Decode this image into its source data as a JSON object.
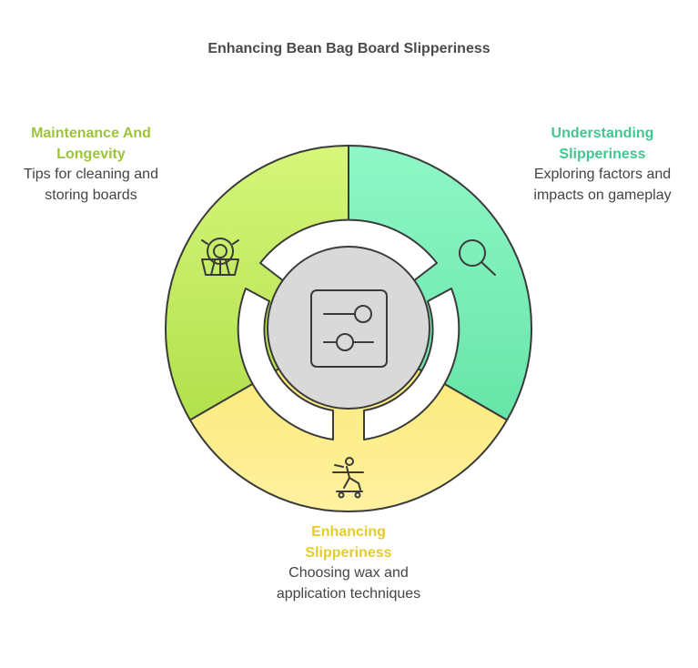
{
  "title": "Enhancing Bean Bag Board Slipperiness",
  "segments": [
    {
      "id": "maintenance",
      "title": "Maintenance And Longevity",
      "description": "Tips for cleaning and storing boards",
      "icon": "sun-lamp-icon",
      "color": "#c9ee6b"
    },
    {
      "id": "understanding",
      "title": "Understanding Slipperiness",
      "description": "Exploring factors and impacts on gameplay",
      "icon": "magnifier-icon",
      "color": "#7ef2bb"
    },
    {
      "id": "enhancing",
      "title": "Enhancing Slipperiness",
      "description": "Choosing wax and application techniques",
      "icon": "skateboarder-icon",
      "color": "#fdee86"
    }
  ],
  "center": {
    "icon": "sliders-icon",
    "color": "#d9d9d9"
  }
}
